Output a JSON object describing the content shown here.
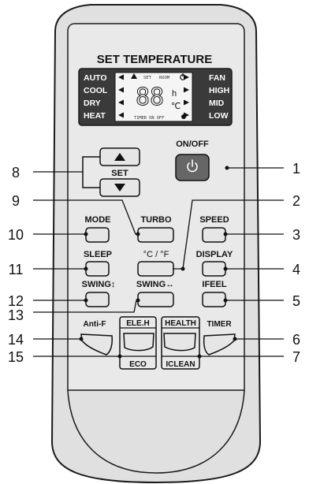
{
  "header": {
    "title": "SET TEMPERATURE"
  },
  "lcd": {
    "left_modes": [
      "AUTO",
      "COOL",
      "DRY",
      "HEAT"
    ],
    "right_modes": [
      "FAN",
      "HIGH",
      "MID",
      "LOW"
    ],
    "top_labels": {
      "set": "SET",
      "room": "ROOM"
    },
    "bottom_label": "TIMER ON OFF",
    "digits": "88",
    "unit_h": "h",
    "unit_temp": "℃"
  },
  "buttons": {
    "on_off": "ON/OFF",
    "set": "SET",
    "mode": "MODE",
    "turbo": "TURBO",
    "speed": "SPEED",
    "sleep": "SLEEP",
    "celsius_fahrenheit": "°C / °F",
    "display": "DISPLAY",
    "swing_vertical": "SWING↕",
    "swing_horizontal": "SWING↔",
    "ifeel": "IFEEL",
    "anti_f": "Anti-F",
    "ele_h": "ELE.H",
    "eco": "ECO",
    "health": "HEALTH",
    "iclean": "ICLEAN",
    "timer": "TIMER"
  },
  "callouts": {
    "left": [
      "8",
      "9",
      "10",
      "11",
      "12",
      "13",
      "14",
      "15"
    ],
    "right": [
      "1",
      "2",
      "3",
      "4",
      "5",
      "6",
      "7"
    ]
  },
  "colors": {
    "body_fill": "#e0e0e0",
    "lcd_panel": "#3a3a3a",
    "on_off_button": "#666666",
    "outline": "#1a1a1a"
  }
}
